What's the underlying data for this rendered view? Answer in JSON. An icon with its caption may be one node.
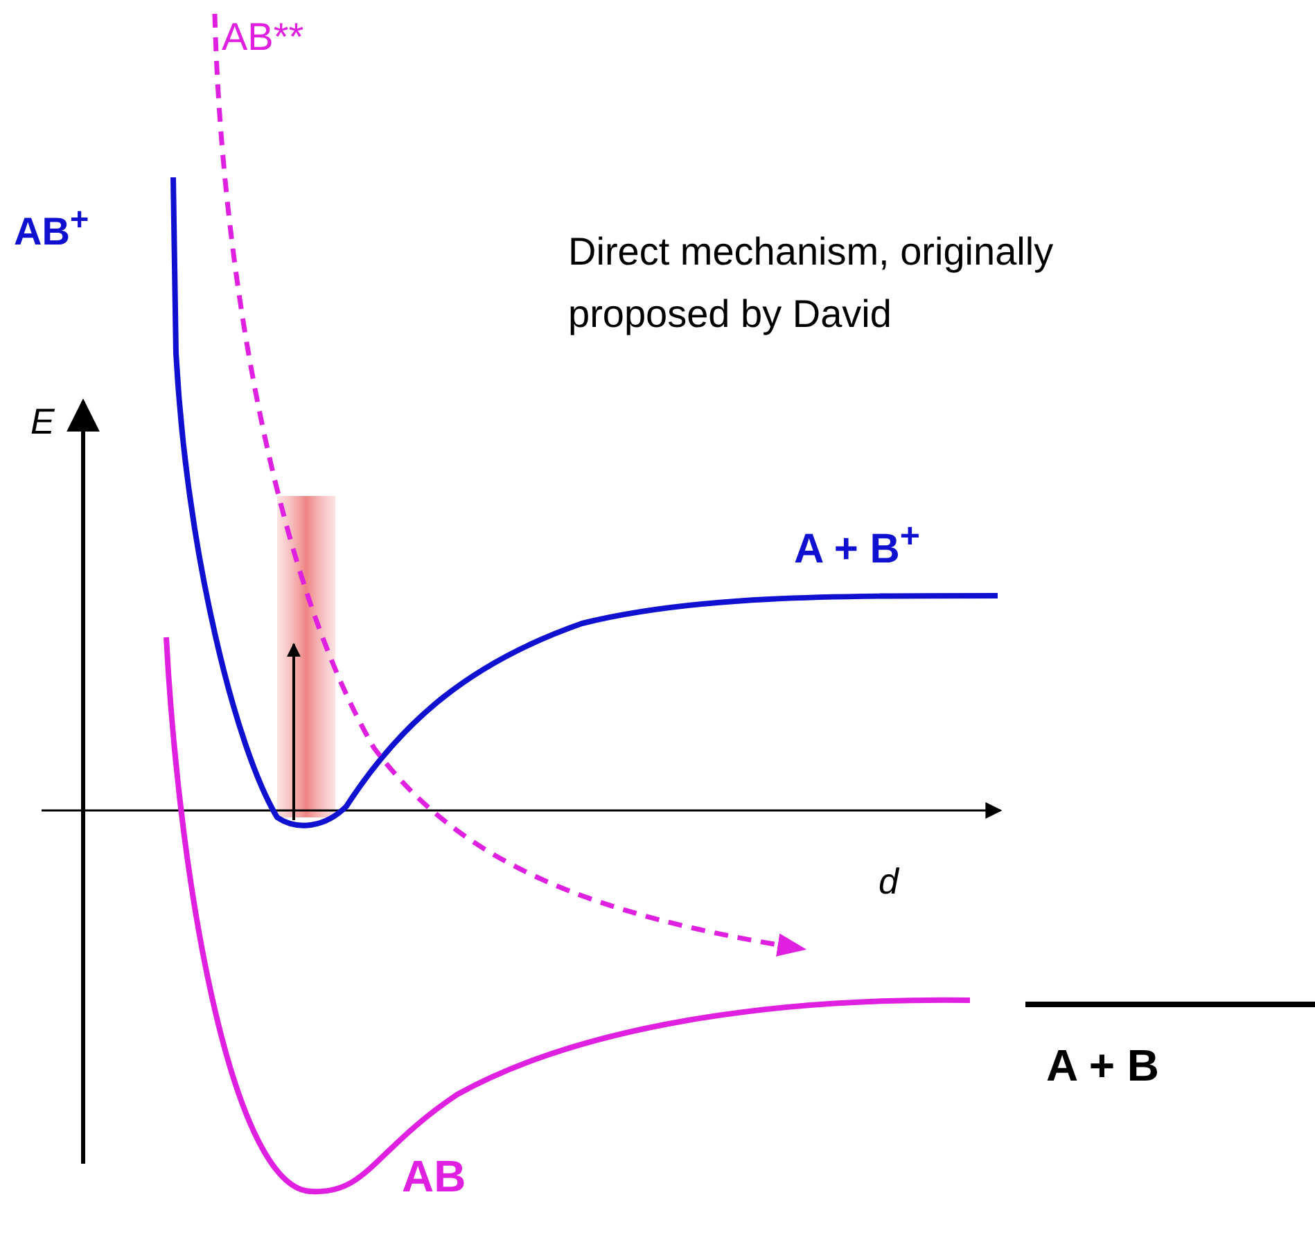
{
  "diagram": {
    "labels": [
      "AB**",
      "AB$^{+}$",
      "Direct mechanism, originally proposed by David",
      "E",
      "A + B$^{+}$",
      "d",
      "A + B",
      "AB"
    ]
  }
}
